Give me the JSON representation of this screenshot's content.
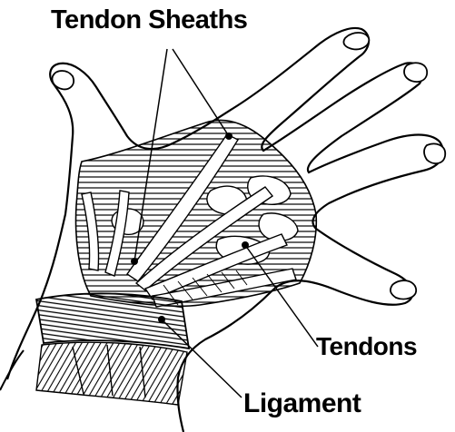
{
  "labels": {
    "tendon_sheaths": "Tendon Sheaths",
    "tendons": "Tendons",
    "ligament": "Ligament"
  }
}
